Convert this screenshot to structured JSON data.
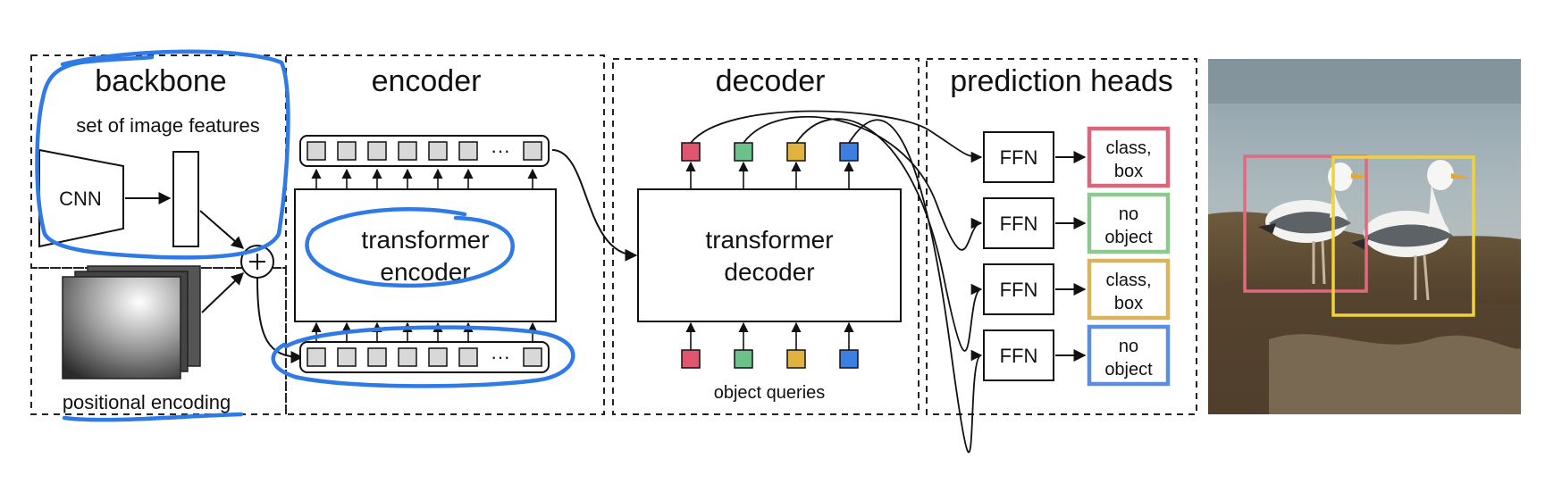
{
  "sections": {
    "backbone": "backbone",
    "encoder": "encoder",
    "decoder": "decoder",
    "prediction_heads": "prediction heads"
  },
  "backbone": {
    "features_label": "set of image features",
    "cnn_label": "CNN",
    "positional_label": "positional encoding"
  },
  "encoder": {
    "block_line1": "transformer",
    "block_line2": "encoder",
    "ellipsis": "···"
  },
  "decoder": {
    "block_line1": "transformer",
    "block_line2": "decoder",
    "queries_label": "object queries"
  },
  "heads": {
    "ffn": "FFN",
    "outputs": [
      {
        "line1": "class,",
        "line2": "box",
        "color": "#d9667a"
      },
      {
        "line1": "no",
        "line2": "object",
        "color": "#8cc98f"
      },
      {
        "line1": "class,",
        "line2": "box",
        "color": "#d9b45a"
      },
      {
        "line1": "no",
        "line2": "object",
        "color": "#5a8ee0"
      }
    ]
  },
  "query_colors": [
    "#e0566e",
    "#6cc08a",
    "#e0b23f",
    "#3d7fe0"
  ],
  "photo": {
    "box1_color": "#e06a7e",
    "box2_color": "#f2d23a"
  },
  "annotation_color": "#2f7ae5"
}
